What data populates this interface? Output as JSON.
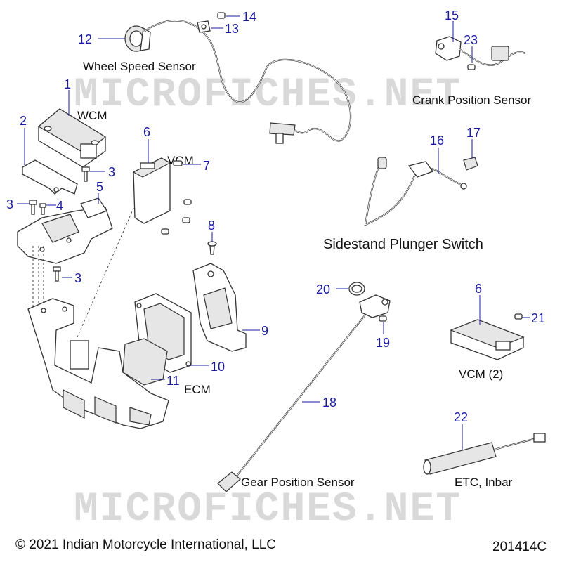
{
  "watermark": "MICROFICHES.NET",
  "labels": {
    "wheel_speed_sensor": "Wheel Speed Sensor",
    "wcm": "WCM",
    "vcm": "VCM",
    "crank_position_sensor": "Crank Position Sensor",
    "sidestand_plunger_switch": "Sidestand Plunger Switch",
    "ecm": "ECM",
    "vcm_2": "VCM (2)",
    "gear_position_sensor": "Gear Position Sensor",
    "etc_inbar": "ETC, Inbar"
  },
  "callouts": {
    "c1": "1",
    "c2": "2",
    "c3a": "3",
    "c3b": "3",
    "c3c": "3",
    "c4": "4",
    "c5": "5",
    "c6a": "6",
    "c6b": "6",
    "c7": "7",
    "c8": "8",
    "c9": "9",
    "c10": "10",
    "c11": "11",
    "c12": "12",
    "c13": "13",
    "c14": "14",
    "c15": "15",
    "c16": "16",
    "c17": "17",
    "c18": "18",
    "c19": "19",
    "c20": "20",
    "c21": "21",
    "c22": "22",
    "c23": "23"
  },
  "footer": {
    "copyright": "© 2021 Indian Motorcycle International, LLC",
    "diagram_id": "201414C"
  }
}
